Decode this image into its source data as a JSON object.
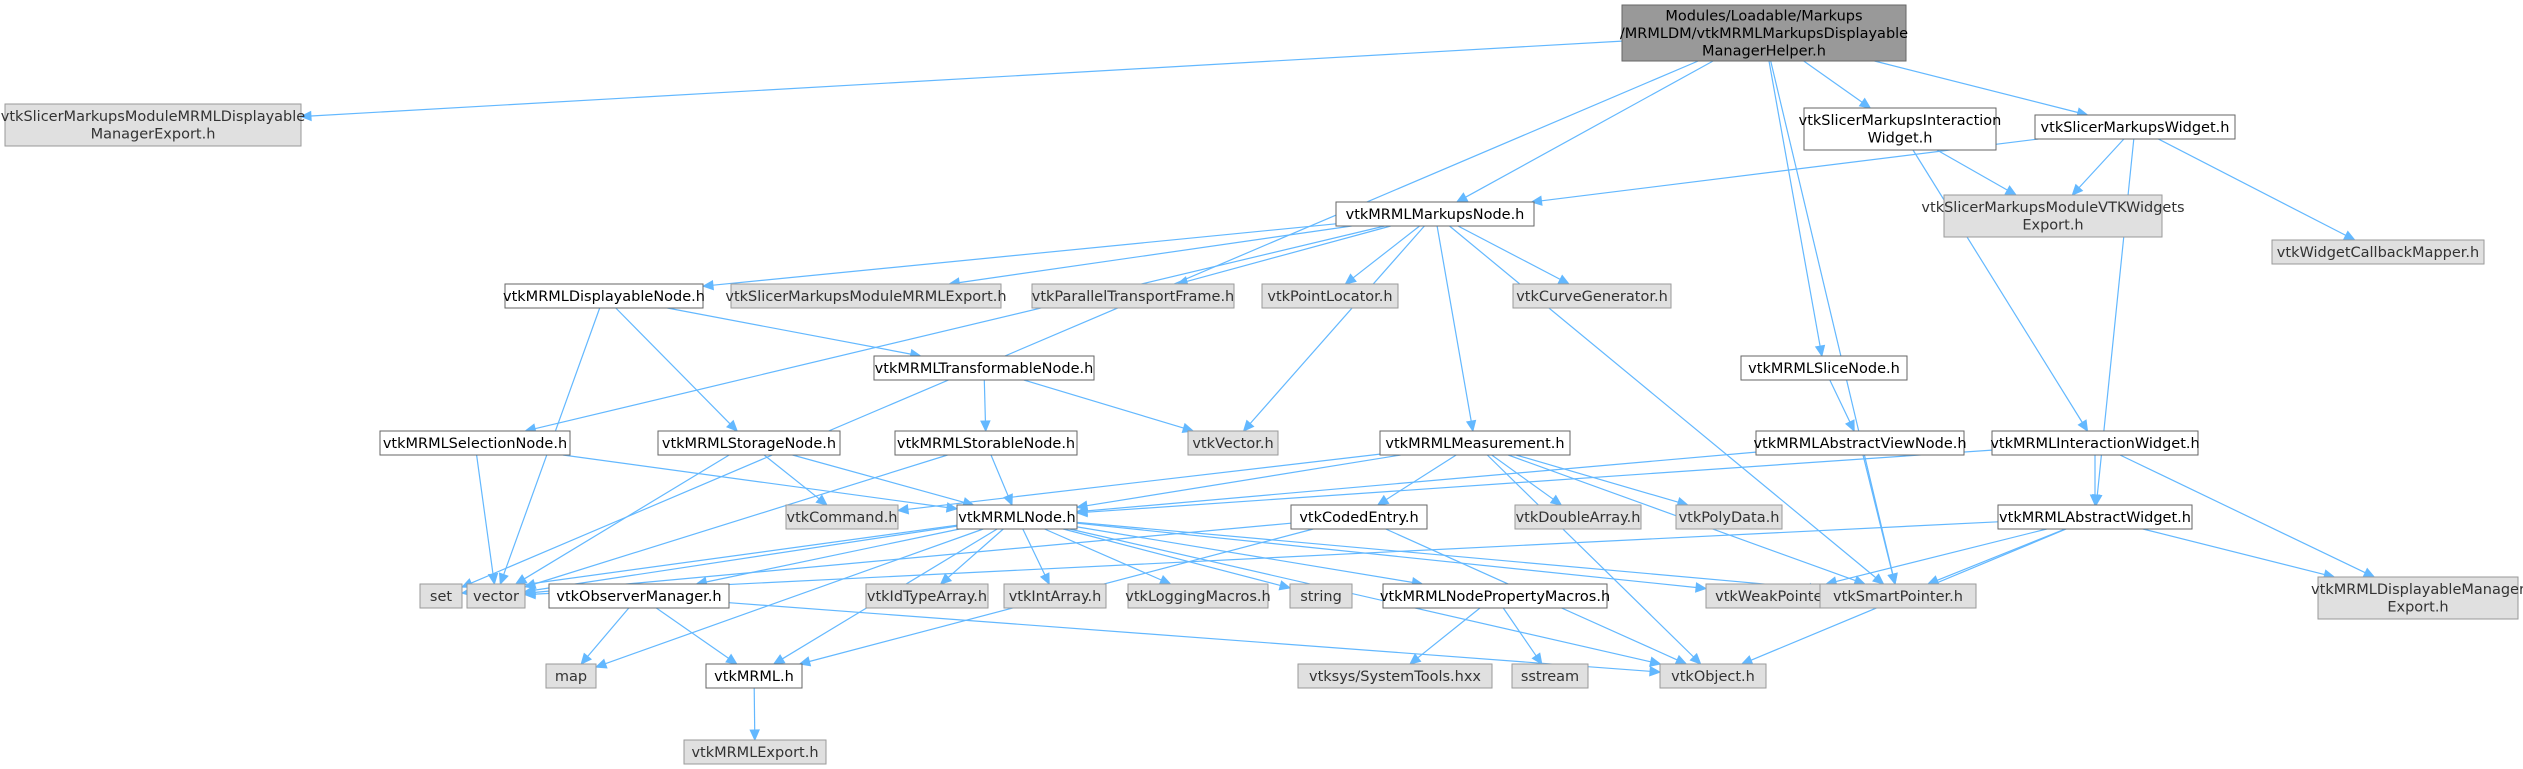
{
  "colors": {
    "edge": "#63b8ff",
    "root_fill": "#999999",
    "linked_fill": "#ffffff",
    "leaf_fill": "#e0e0e0",
    "border": "#666666"
  },
  "nodes": [
    {
      "id": "root",
      "kind": "root",
      "lines": [
        "Modules/Loadable/Markups",
        "/MRMLDM/vtkMRMLMarkupsDisplayable",
        "ManagerHelper.h"
      ]
    },
    {
      "id": "displayableManagerExport",
      "kind": "leaf",
      "lines": [
        "vtkSlicerMarkupsModuleMRMLDisplayable",
        "ManagerExport.h"
      ]
    },
    {
      "id": "set",
      "kind": "leaf",
      "lines": [
        "set"
      ]
    },
    {
      "id": "markupsNode",
      "kind": "linked",
      "lines": [
        "vtkMRMLMarkupsNode.h"
      ]
    },
    {
      "id": "interactionWidget",
      "kind": "linked",
      "lines": [
        "vtkSlicerMarkupsInteraction",
        "Widget.h"
      ]
    },
    {
      "id": "markupsWidget",
      "kind": "linked",
      "lines": [
        "vtkSlicerMarkupsWidget.h"
      ]
    },
    {
      "id": "vtkWidgetsExport",
      "kind": "leaf",
      "lines": [
        "vtkSlicerMarkupsModuleVTKWidgets",
        "Export.h"
      ]
    },
    {
      "id": "widgetCallbackMapper",
      "kind": "leaf",
      "lines": [
        "vtkWidgetCallbackMapper.h"
      ]
    },
    {
      "id": "displayableNode",
      "kind": "linked",
      "lines": [
        "vtkMRMLDisplayableNode.h"
      ]
    },
    {
      "id": "mrmlExport",
      "kind": "leaf",
      "lines": [
        "vtkSlicerMarkupsModuleMRMLExport.h"
      ]
    },
    {
      "id": "parallelTransport",
      "kind": "leaf",
      "lines": [
        "vtkParallelTransportFrame.h"
      ]
    },
    {
      "id": "pointLocator",
      "kind": "leaf",
      "lines": [
        "vtkPointLocator.h"
      ]
    },
    {
      "id": "curveGenerator",
      "kind": "leaf",
      "lines": [
        "vtkCurveGenerator.h"
      ]
    },
    {
      "id": "transformableNode",
      "kind": "linked",
      "lines": [
        "vtkMRMLTransformableNode.h"
      ]
    },
    {
      "id": "sliceNode",
      "kind": "linked",
      "lines": [
        "vtkMRMLSliceNode.h"
      ]
    },
    {
      "id": "selectionNode",
      "kind": "linked",
      "lines": [
        "vtkMRMLSelectionNode.h"
      ]
    },
    {
      "id": "storageNode",
      "kind": "linked",
      "lines": [
        "vtkMRMLStorageNode.h"
      ]
    },
    {
      "id": "storableNode",
      "kind": "linked",
      "lines": [
        "vtkMRMLStorableNode.h"
      ]
    },
    {
      "id": "vtkVector",
      "kind": "leaf",
      "lines": [
        "vtkVector.h"
      ]
    },
    {
      "id": "measurement",
      "kind": "linked",
      "lines": [
        "vtkMRMLMeasurement.h"
      ]
    },
    {
      "id": "abstractViewNode",
      "kind": "linked",
      "lines": [
        "vtkMRMLAbstractViewNode.h"
      ]
    },
    {
      "id": "interactionWidgetMRML",
      "kind": "linked",
      "lines": [
        "vtkMRMLInteractionWidget.h"
      ]
    },
    {
      "id": "vtkCommand",
      "kind": "leaf",
      "lines": [
        "vtkCommand.h"
      ]
    },
    {
      "id": "mrmlNode",
      "kind": "linked",
      "lines": [
        "vtkMRMLNode.h"
      ]
    },
    {
      "id": "codedEntry",
      "kind": "linked",
      "lines": [
        "vtkCodedEntry.h"
      ]
    },
    {
      "id": "doubleArray",
      "kind": "leaf",
      "lines": [
        "vtkDoubleArray.h"
      ]
    },
    {
      "id": "polyData",
      "kind": "leaf",
      "lines": [
        "vtkPolyData.h"
      ]
    },
    {
      "id": "abstractWidget",
      "kind": "linked",
      "lines": [
        "vtkMRMLAbstractWidget.h"
      ]
    },
    {
      "id": "displayableManagerExportMRML",
      "kind": "leaf",
      "lines": [
        "vtkMRMLDisplayableManager",
        "Export.h"
      ]
    },
    {
      "id": "vector",
      "kind": "leaf",
      "lines": [
        "vector"
      ]
    },
    {
      "id": "observerManager",
      "kind": "linked",
      "lines": [
        "vtkObserverManager.h"
      ]
    },
    {
      "id": "idTypeArray",
      "kind": "leaf",
      "lines": [
        "vtkIdTypeArray.h"
      ]
    },
    {
      "id": "intArray",
      "kind": "leaf",
      "lines": [
        "vtkIntArray.h"
      ]
    },
    {
      "id": "loggingMacros",
      "kind": "leaf",
      "lines": [
        "vtkLoggingMacros.h"
      ]
    },
    {
      "id": "string",
      "kind": "leaf",
      "lines": [
        "string"
      ]
    },
    {
      "id": "nodePropertyMacros",
      "kind": "linked",
      "lines": [
        "vtkMRMLNodePropertyMacros.h"
      ]
    },
    {
      "id": "weakPointer",
      "kind": "leaf",
      "lines": [
        "vtkWeakPointer.h"
      ]
    },
    {
      "id": "smartPointer",
      "kind": "leaf",
      "lines": [
        "vtkSmartPointer.h"
      ]
    },
    {
      "id": "map",
      "kind": "leaf",
      "lines": [
        "map"
      ]
    },
    {
      "id": "vtkMRML",
      "kind": "linked",
      "lines": [
        "vtkMRML.h"
      ]
    },
    {
      "id": "systemTools",
      "kind": "leaf",
      "lines": [
        "vtksys/SystemTools.hxx"
      ]
    },
    {
      "id": "sstream",
      "kind": "leaf",
      "lines": [
        "sstream"
      ]
    },
    {
      "id": "vtkObject",
      "kind": "leaf",
      "lines": [
        "vtkObject.h"
      ]
    },
    {
      "id": "mrmlExportH",
      "kind": "leaf",
      "lines": [
        "vtkMRMLExport.h"
      ]
    }
  ],
  "edges": [
    [
      "root",
      "displayableManagerExport"
    ],
    [
      "root",
      "set"
    ],
    [
      "root",
      "markupsNode"
    ],
    [
      "root",
      "sliceNode"
    ],
    [
      "root",
      "interactionWidget"
    ],
    [
      "root",
      "markupsWidget"
    ],
    [
      "root",
      "smartPointer"
    ],
    [
      "interactionWidget",
      "vtkWidgetsExport"
    ],
    [
      "interactionWidget",
      "interactionWidgetMRML"
    ],
    [
      "markupsWidget",
      "markupsNode"
    ],
    [
      "markupsWidget",
      "vtkWidgetsExport"
    ],
    [
      "markupsWidget",
      "widgetCallbackMapper"
    ],
    [
      "markupsWidget",
      "abstractWidget"
    ],
    [
      "markupsNode",
      "selectionNode"
    ],
    [
      "markupsNode",
      "displayableNode"
    ],
    [
      "markupsNode",
      "mrmlExport"
    ],
    [
      "markupsNode",
      "parallelTransport"
    ],
    [
      "markupsNode",
      "pointLocator"
    ],
    [
      "markupsNode",
      "curveGenerator"
    ],
    [
      "markupsNode",
      "vtkVector"
    ],
    [
      "markupsNode",
      "measurement"
    ],
    [
      "markupsNode",
      "smartPointer"
    ],
    [
      "displayableNode",
      "transformableNode"
    ],
    [
      "displayableNode",
      "storageNode"
    ],
    [
      "displayableNode",
      "vector"
    ],
    [
      "transformableNode",
      "storableNode"
    ],
    [
      "transformableNode",
      "vtkVector"
    ],
    [
      "selectionNode",
      "mrmlNode"
    ],
    [
      "selectionNode",
      "vector"
    ],
    [
      "storageNode",
      "vtkCommand"
    ],
    [
      "storageNode",
      "mrmlNode"
    ],
    [
      "storageNode",
      "vector"
    ],
    [
      "storableNode",
      "mrmlNode"
    ],
    [
      "storableNode",
      "vector"
    ],
    [
      "measurement",
      "vtkCommand"
    ],
    [
      "measurement",
      "mrmlNode"
    ],
    [
      "measurement",
      "codedEntry"
    ],
    [
      "measurement",
      "doubleArray"
    ],
    [
      "measurement",
      "polyData"
    ],
    [
      "measurement",
      "smartPointer"
    ],
    [
      "measurement",
      "vtkObject"
    ],
    [
      "sliceNode",
      "abstractViewNode"
    ],
    [
      "abstractViewNode",
      "mrmlNode"
    ],
    [
      "abstractViewNode",
      "smartPointer"
    ],
    [
      "interactionWidgetMRML",
      "mrmlNode"
    ],
    [
      "interactionWidgetMRML",
      "abstractWidget"
    ],
    [
      "interactionWidgetMRML",
      "displayableManagerExportMRML"
    ],
    [
      "abstractWidget",
      "vector"
    ],
    [
      "abstractWidget",
      "weakPointer"
    ],
    [
      "abstractWidget",
      "smartPointer"
    ],
    [
      "abstractWidget",
      "displayableManagerExportMRML"
    ],
    [
      "abstractWidget",
      "vtkObject"
    ],
    [
      "codedEntry",
      "vector"
    ],
    [
      "codedEntry",
      "vtkMRML"
    ],
    [
      "codedEntry",
      "vtkObject"
    ],
    [
      "mrmlNode",
      "set"
    ],
    [
      "mrmlNode",
      "vector"
    ],
    [
      "mrmlNode",
      "map"
    ],
    [
      "mrmlNode",
      "observerManager"
    ],
    [
      "mrmlNode",
      "vtkMRML"
    ],
    [
      "mrmlNode",
      "idTypeArray"
    ],
    [
      "mrmlNode",
      "intArray"
    ],
    [
      "mrmlNode",
      "loggingMacros"
    ],
    [
      "mrmlNode",
      "string"
    ],
    [
      "mrmlNode",
      "nodePropertyMacros"
    ],
    [
      "mrmlNode",
      "vtkObject"
    ],
    [
      "mrmlNode",
      "weakPointer"
    ],
    [
      "mrmlNode",
      "smartPointer"
    ],
    [
      "observerManager",
      "map"
    ],
    [
      "observerManager",
      "vtkMRML"
    ],
    [
      "observerManager",
      "vtkObject"
    ],
    [
      "nodePropertyMacros",
      "systemTools"
    ],
    [
      "nodePropertyMacros",
      "sstream"
    ],
    [
      "vtkMRML",
      "mrmlExportH"
    ]
  ]
}
